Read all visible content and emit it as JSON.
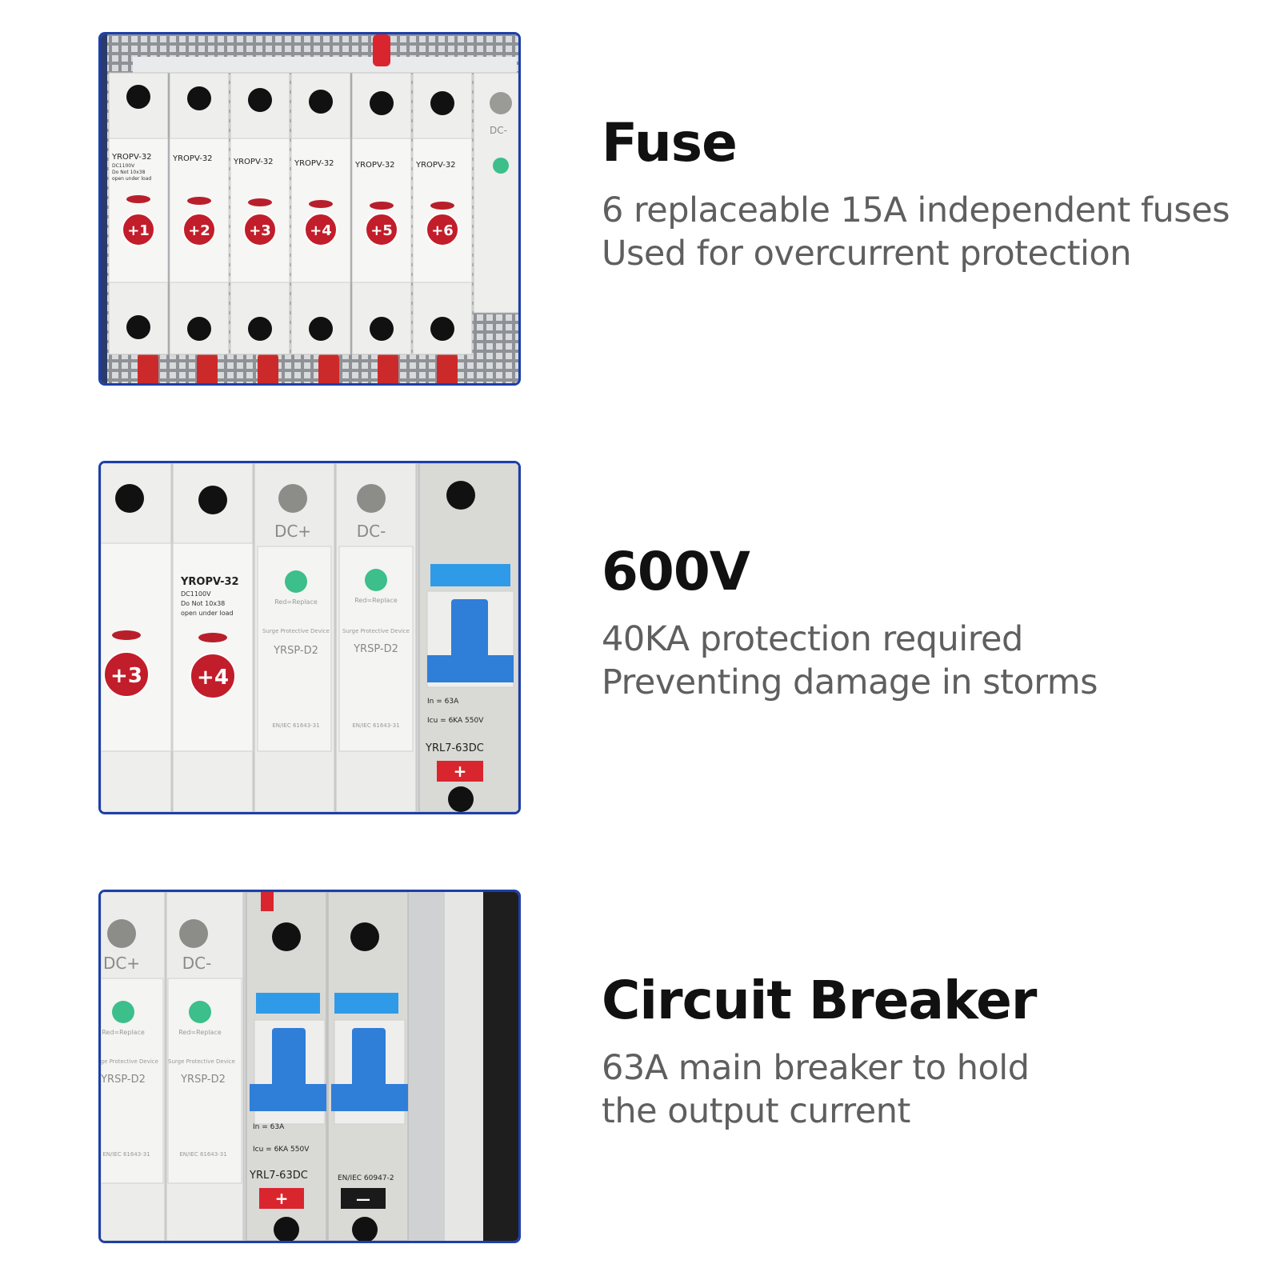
{
  "features": [
    {
      "title": "Fuse",
      "lines": [
        "6 replaceable 15A independent fuses",
        "Used for overcurrent protection"
      ],
      "photo": {
        "fuse_model": "YROPV-32",
        "fuse_spec": "DC1100V",
        "fuse_warn_1": "Do Not 10x38",
        "fuse_warn_2": "open under load",
        "badges": [
          "+1",
          "+2",
          "+3",
          "+4",
          "+5",
          "+6"
        ],
        "edge_label": "DC-"
      }
    },
    {
      "title": "600V",
      "lines": [
        "40KA protection required",
        "Preventing damage in storms"
      ],
      "photo": {
        "fuse_model": "YROPV-32",
        "fuse_spec": "DC1100V",
        "fuse_warn_1": "Do Not 10x38",
        "fuse_warn_2": "open under load",
        "badges": [
          "+3",
          "+4"
        ],
        "spd_labels": [
          "DC+",
          "DC-"
        ],
        "spd_indicator": "Red=Replace",
        "spd_type": "Surge Protective Device",
        "spd_model": "YRSP-D2",
        "spd_cert": "EN/IEC 61643-31",
        "breaker_model": "YRL7-63DC",
        "breaker_in": "In = 63A",
        "breaker_icu": "Icu = 6KA  550V",
        "breaker_out": "+"
      }
    },
    {
      "title": "Circuit Breaker",
      "lines": [
        "63A main breaker to hold",
        "the output current"
      ],
      "photo": {
        "spd_labels": [
          "DC+",
          "DC-"
        ],
        "spd_indicator": "Red=Replace",
        "spd_type": "Surge Protective Device",
        "spd_model": "YRSP-D2",
        "spd_cert": "EN/IEC 61643-31",
        "breaker_model": "YRL7-63DC",
        "breaker_in": "In = 63A",
        "breaker_icu": "Icu = 6KA  550V",
        "breaker_cert": "EN/IEC 60947-2",
        "breaker_out_pos": "+",
        "breaker_out_neg": "—"
      }
    }
  ],
  "colors": {
    "border": "#1d3fa8",
    "badge": "#c21d2a",
    "breaker_blue": "#2f7ed8",
    "title": "#111111",
    "desc": "#5f5f5f"
  }
}
